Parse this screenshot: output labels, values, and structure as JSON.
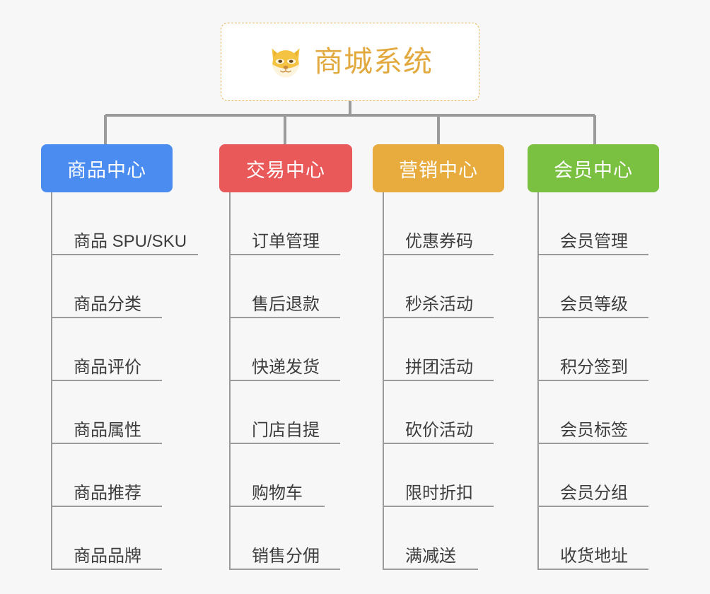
{
  "canvas": {
    "background": "#f7f7f7",
    "line_color": "#9b9b9b"
  },
  "root": {
    "title": "商城系统",
    "icon": "shiba-dog-face-icon",
    "text_color": "#e2a93f",
    "border_color": "#e7b65a",
    "background": "#ffffff"
  },
  "columns": [
    {
      "name": "product-center",
      "label": "商品中心",
      "color": "#4a8cf0",
      "leaves": [
        {
          "label": "商品 SPU/SKU"
        },
        {
          "label": "商品分类"
        },
        {
          "label": "商品评价"
        },
        {
          "label": "商品属性"
        },
        {
          "label": "商品推荐"
        },
        {
          "label": "商品品牌"
        }
      ]
    },
    {
      "name": "trade-center",
      "label": "交易中心",
      "color": "#e9595a",
      "leaves": [
        {
          "label": "订单管理"
        },
        {
          "label": "售后退款"
        },
        {
          "label": "快递发货"
        },
        {
          "label": "门店自提"
        },
        {
          "label": "购物车"
        },
        {
          "label": "销售分佣"
        }
      ]
    },
    {
      "name": "marketing-center",
      "label": "营销中心",
      "color": "#e8ab3e",
      "leaves": [
        {
          "label": "优惠券码"
        },
        {
          "label": "秒杀活动"
        },
        {
          "label": "拼团活动"
        },
        {
          "label": "砍价活动"
        },
        {
          "label": "限时折扣"
        },
        {
          "label": "满减送"
        }
      ]
    },
    {
      "name": "member-center",
      "label": "会员中心",
      "color": "#7ac142",
      "leaves": [
        {
          "label": "会员管理"
        },
        {
          "label": "会员等级"
        },
        {
          "label": "积分签到"
        },
        {
          "label": "会员标签"
        },
        {
          "label": "会员分组"
        },
        {
          "label": "收货地址"
        }
      ]
    }
  ]
}
